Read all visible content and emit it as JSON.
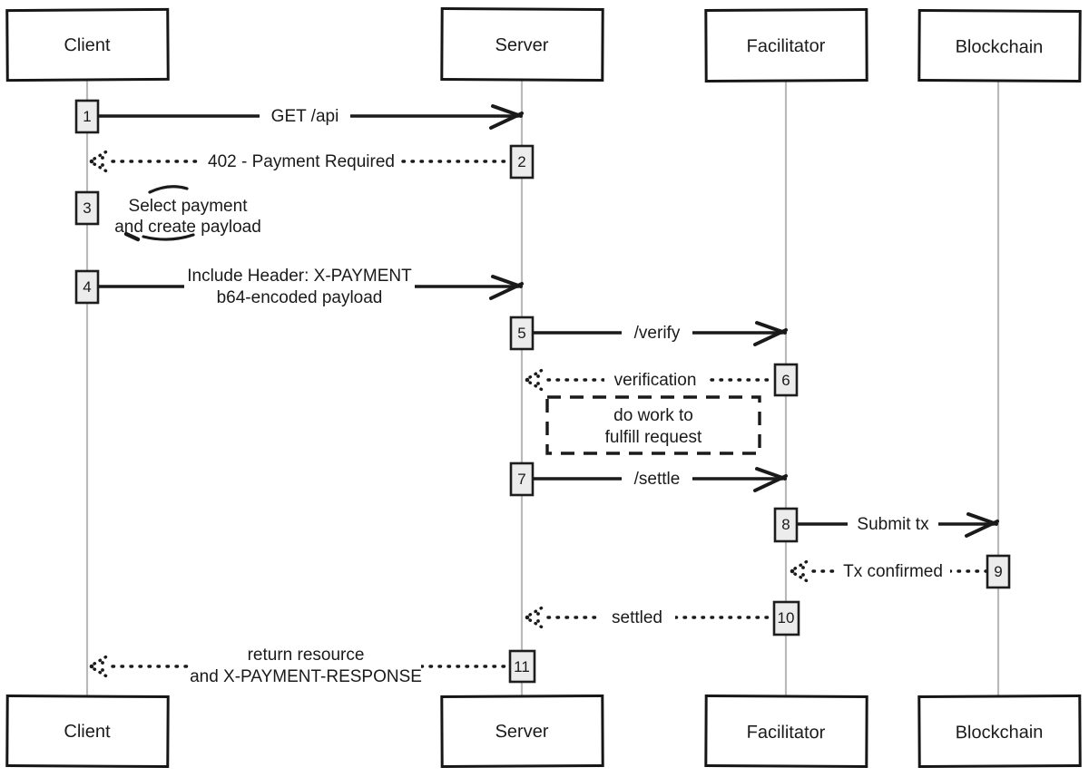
{
  "colors": {
    "ink": "#1a1a1a",
    "lifeline": "#b9b9b9",
    "activation_fill": "#ececec",
    "background": "#ffffff"
  },
  "actors": [
    {
      "label": "Client"
    },
    {
      "label": "Server"
    },
    {
      "label": "Facilitator"
    },
    {
      "label": "Blockchain"
    }
  ],
  "steps": [
    {
      "num": "1",
      "type": "solid",
      "from": "Client",
      "to": "Server",
      "lines": [
        "GET /api"
      ]
    },
    {
      "num": "2",
      "type": "dotted",
      "from": "Server",
      "to": "Client",
      "lines": [
        "402 - Payment Required"
      ]
    },
    {
      "num": "3",
      "type": "self",
      "from": "Client",
      "to": "Client",
      "lines": [
        "Select payment",
        "and create payload"
      ]
    },
    {
      "num": "4",
      "type": "solid",
      "from": "Client",
      "to": "Server",
      "lines": [
        "Include Header: X-PAYMENT",
        "b64-encoded payload"
      ]
    },
    {
      "num": "5",
      "type": "solid",
      "from": "Server",
      "to": "Facilitator",
      "lines": [
        "/verify"
      ]
    },
    {
      "num": "6",
      "type": "dotted",
      "from": "Facilitator",
      "to": "Server",
      "lines": [
        "verification"
      ]
    },
    {
      "num": "7",
      "type": "solid",
      "from": "Server",
      "to": "Facilitator",
      "lines": [
        "/settle"
      ]
    },
    {
      "num": "8",
      "type": "solid",
      "from": "Facilitator",
      "to": "Blockchain",
      "lines": [
        "Submit tx"
      ]
    },
    {
      "num": "9",
      "type": "dotted",
      "from": "Blockchain",
      "to": "Facilitator",
      "lines": [
        "Tx confirmed"
      ]
    },
    {
      "num": "10",
      "type": "dotted",
      "from": "Facilitator",
      "to": "Server",
      "lines": [
        "settled"
      ]
    },
    {
      "num": "11",
      "type": "dotted",
      "from": "Server",
      "to": "Client",
      "lines": [
        "return resource",
        "and X-PAYMENT-RESPONSE"
      ]
    }
  ],
  "note": {
    "lines": [
      "do work to",
      "fulfill request"
    ]
  }
}
